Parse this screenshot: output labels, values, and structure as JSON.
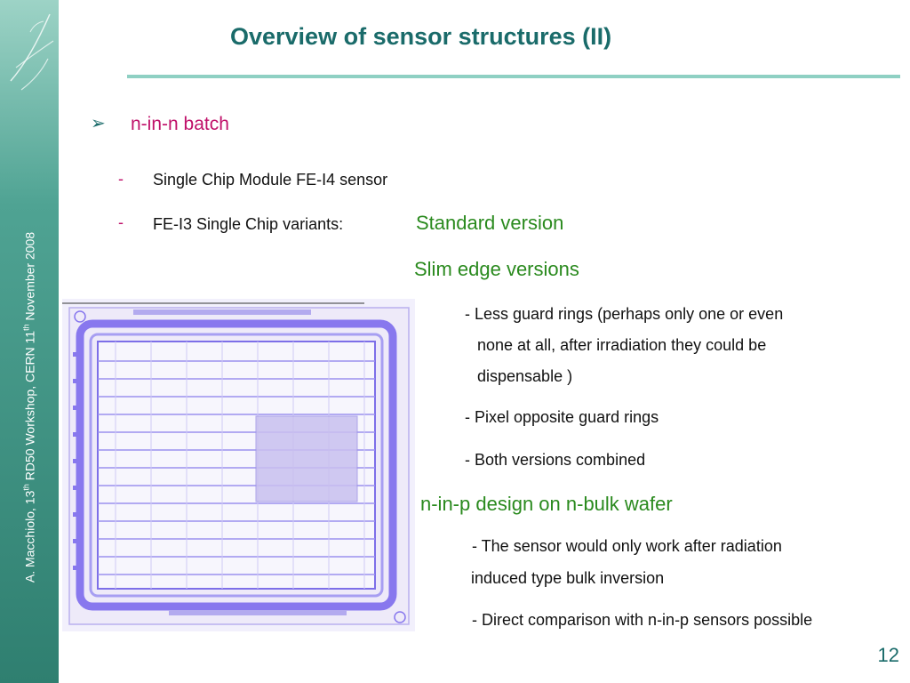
{
  "title": "Overview of sensor structures  (II)",
  "sidebar_text": {
    "prefix": "A. Macchiolo, 13",
    "sup1": "th",
    "middle": " RD50 Workshop, CERN 11",
    "sup2": "th",
    "suffix": " November 2008"
  },
  "bullet": "n-in-n  batch",
  "items": [
    "Single Chip Module FE-I4 sensor",
    "FE-I3 Single Chip variants:"
  ],
  "standard_version": "Standard version",
  "slim_edge": "Slim edge versions",
  "slim_points": [
    "- Less guard rings (perhaps only one or even",
    "none at all, after irradiation they could be",
    "dispensable )",
    "-  Pixel opposite guard rings",
    "-  Both versions combined"
  ],
  "nin_p": "n-in-p design  on n-bulk wafer",
  "nin_p_points": [
    "- The sensor would only work after radiation",
    "induced  type bulk inversion",
    "- Direct comparison with n-in-p sensors possible"
  ],
  "page_number": "12",
  "colors": {
    "teal_title": "#1a6b6a",
    "magenta": "#c0116a",
    "green": "#2a8a1e",
    "chip": "#8878ee"
  }
}
